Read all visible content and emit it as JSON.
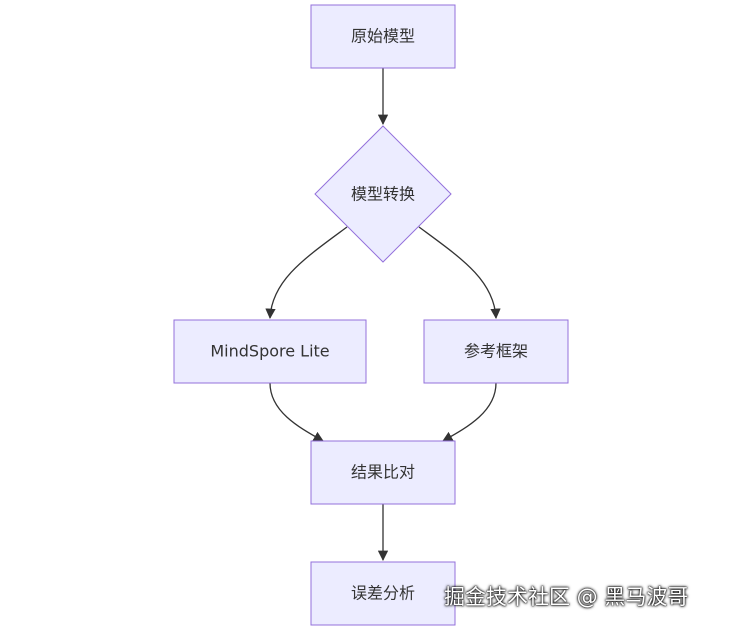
{
  "diagram": {
    "type": "flowchart",
    "nodes": {
      "original_model": {
        "label": "原始模型",
        "shape": "rect"
      },
      "model_conversion": {
        "label": "模型转换",
        "shape": "diamond"
      },
      "mindspore_lite": {
        "label": "MindSpore Lite",
        "shape": "rect"
      },
      "reference_framework": {
        "label": "参考框架",
        "shape": "rect"
      },
      "result_comparison": {
        "label": "结果比对",
        "shape": "rect"
      },
      "error_analysis": {
        "label": "误差分析",
        "shape": "rect"
      }
    },
    "edges": [
      {
        "from": "original_model",
        "to": "model_conversion"
      },
      {
        "from": "model_conversion",
        "to": "mindspore_lite"
      },
      {
        "from": "model_conversion",
        "to": "reference_framework"
      },
      {
        "from": "mindspore_lite",
        "to": "result_comparison"
      },
      {
        "from": "reference_framework",
        "to": "result_comparison"
      },
      {
        "from": "result_comparison",
        "to": "error_analysis"
      }
    ],
    "colors": {
      "node_fill": "#ececff",
      "node_stroke": "#9370db",
      "edge": "#333333",
      "text": "#333333"
    }
  },
  "watermark": {
    "text": "掘金技术社区 @ 黑马波哥"
  }
}
